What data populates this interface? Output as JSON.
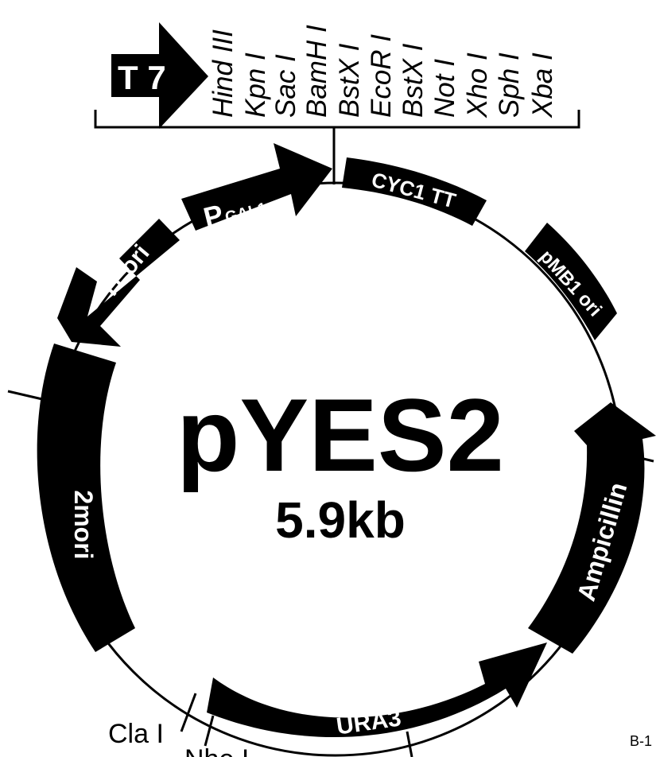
{
  "plasmid": {
    "name": "pYES2",
    "size": "5.9kb"
  },
  "promoter_box": {
    "label": "T 7"
  },
  "mcs": {
    "sites": [
      "Hind III",
      "Kpn I",
      "Sac I",
      "BamH I",
      "BstX I",
      "EcoR I",
      "BstX I",
      "Not I",
      "Xho I",
      "Sph I",
      "Xba I"
    ]
  },
  "features": {
    "pgal1": "P",
    "pgal1_sub": "GAL1",
    "cyc1": "CYC1 TT",
    "pmb1": "pMB1 ori",
    "f1": "f1 ori",
    "twomori": "2mori",
    "ampicillin": "Ampicillin",
    "ura3": "URA3"
  },
  "sites": {
    "cla": "Cla I",
    "nhe": "Nhe I"
  },
  "corner_code": "B-1"
}
